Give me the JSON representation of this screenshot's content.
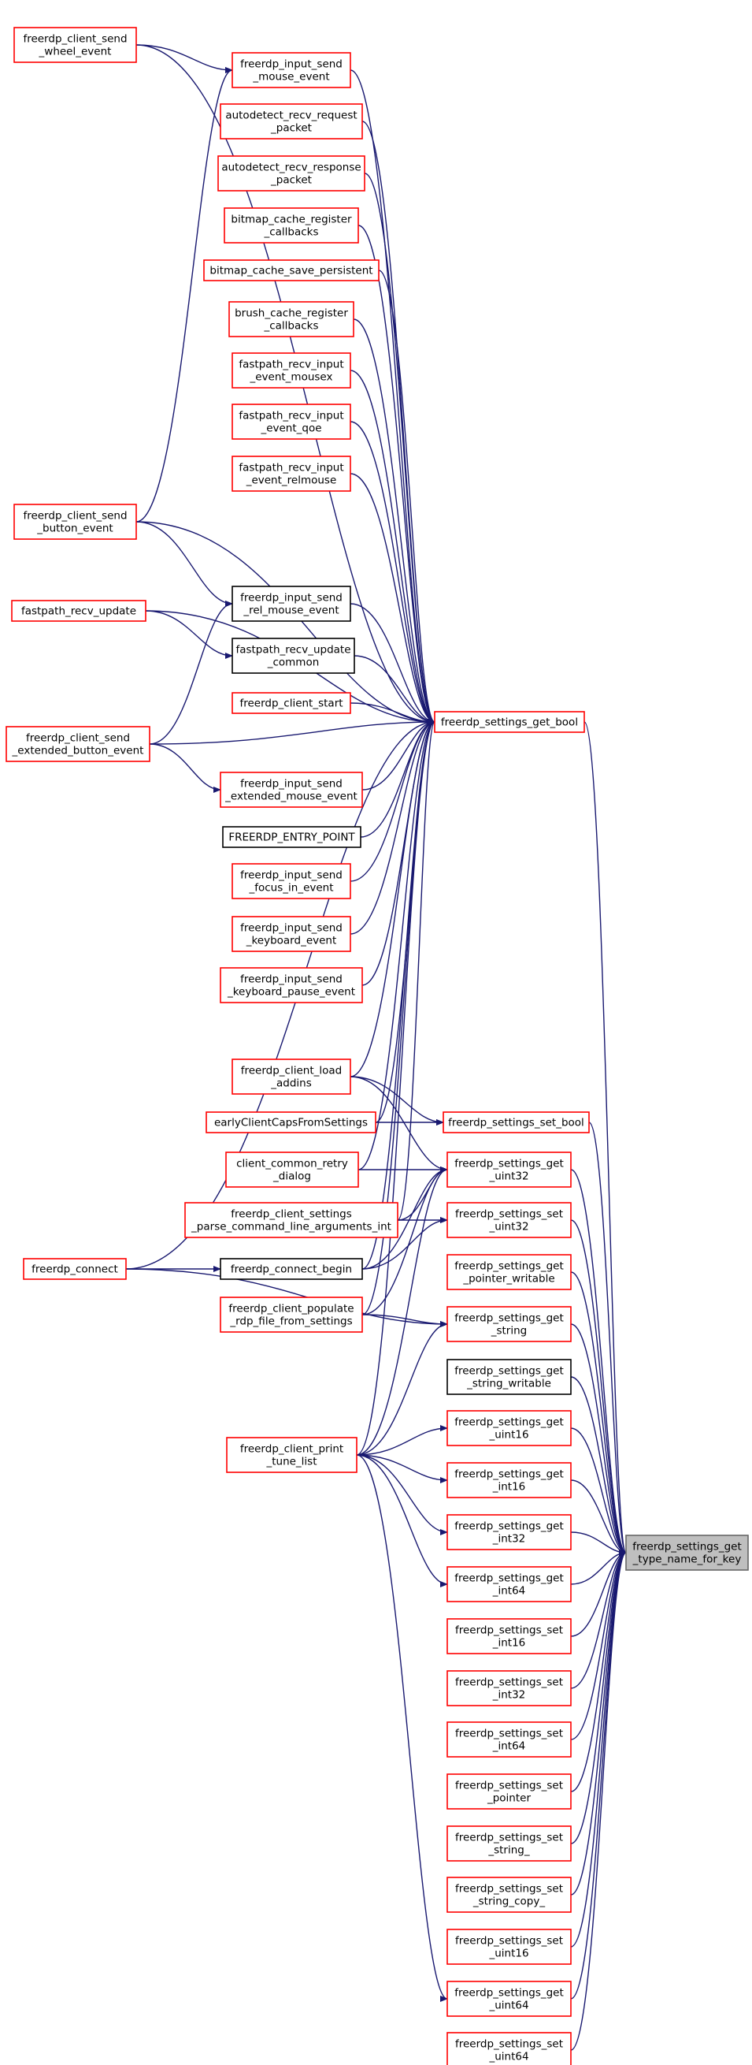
{
  "colors": {
    "edge": "#191970",
    "node_border_red": "#ff0000",
    "node_border_black": "#000000",
    "focus_fill": "#bfbfbf",
    "focus_border": "#666666",
    "background": "#ffffff"
  },
  "nodes": [
    {
      "id": "wheel",
      "lines": [
        "freerdp_client_send",
        "_wheel_event"
      ],
      "border": "red"
    },
    {
      "id": "mouse",
      "lines": [
        "freerdp_input_send",
        "_mouse_event"
      ],
      "border": "red"
    },
    {
      "id": "adreq",
      "lines": [
        "autodetect_recv_request",
        "_packet"
      ],
      "border": "red"
    },
    {
      "id": "adresp",
      "lines": [
        "autodetect_recv_response",
        "_packet"
      ],
      "border": "red"
    },
    {
      "id": "bmreg",
      "lines": [
        "bitmap_cache_register",
        "_callbacks"
      ],
      "border": "red"
    },
    {
      "id": "bmsave",
      "lines": [
        "bitmap_cache_save_persistent"
      ],
      "border": "red"
    },
    {
      "id": "brush",
      "lines": [
        "brush_cache_register",
        "_callbacks"
      ],
      "border": "red"
    },
    {
      "id": "fpmousex",
      "lines": [
        "fastpath_recv_input",
        "_event_mousex"
      ],
      "border": "red"
    },
    {
      "id": "fpqoe",
      "lines": [
        "fastpath_recv_input",
        "_event_qoe"
      ],
      "border": "red"
    },
    {
      "id": "fprel",
      "lines": [
        "fastpath_recv_input",
        "_event_relmouse"
      ],
      "border": "red"
    },
    {
      "id": "button",
      "lines": [
        "freerdp_client_send",
        "_button_event"
      ],
      "border": "red"
    },
    {
      "id": "relmouse",
      "lines": [
        "freerdp_input_send",
        "_rel_mouse_event"
      ],
      "border": "black"
    },
    {
      "id": "fpupd",
      "lines": [
        "fastpath_recv_update"
      ],
      "border": "red"
    },
    {
      "id": "fpupdc",
      "lines": [
        "fastpath_recv_update",
        "_common"
      ],
      "border": "black"
    },
    {
      "id": "start",
      "lines": [
        "freerdp_client_start"
      ],
      "border": "red"
    },
    {
      "id": "getbool",
      "lines": [
        "freerdp_settings_get_bool"
      ],
      "border": "red"
    },
    {
      "id": "extbtn",
      "lines": [
        "freerdp_client_send",
        "_extended_button_event"
      ],
      "border": "red"
    },
    {
      "id": "extmouse",
      "lines": [
        "freerdp_input_send",
        "_extended_mouse_event"
      ],
      "border": "red"
    },
    {
      "id": "entry",
      "lines": [
        "FREERDP_ENTRY_POINT"
      ],
      "border": "black"
    },
    {
      "id": "focus",
      "lines": [
        "freerdp_input_send",
        "_focus_in_event"
      ],
      "border": "red"
    },
    {
      "id": "keyboard",
      "lines": [
        "freerdp_input_send",
        "_keyboard_event"
      ],
      "border": "red"
    },
    {
      "id": "kbpause",
      "lines": [
        "freerdp_input_send",
        "_keyboard_pause_event"
      ],
      "border": "red"
    },
    {
      "id": "load",
      "lines": [
        "freerdp_client_load",
        "_addins"
      ],
      "border": "red"
    },
    {
      "id": "early",
      "lines": [
        "earlyClientCapsFromSettings"
      ],
      "border": "red"
    },
    {
      "id": "setbool",
      "lines": [
        "freerdp_settings_set_bool"
      ],
      "border": "red"
    },
    {
      "id": "retry",
      "lines": [
        "client_common_retry",
        "_dialog"
      ],
      "border": "red"
    },
    {
      "id": "getu32",
      "lines": [
        "freerdp_settings_get",
        "_uint32"
      ],
      "border": "red"
    },
    {
      "id": "parse",
      "lines": [
        "freerdp_client_settings",
        "_parse_command_line_arguments_int"
      ],
      "border": "red"
    },
    {
      "id": "setu32",
      "lines": [
        "freerdp_settings_set",
        "_uint32"
      ],
      "border": "red"
    },
    {
      "id": "connect",
      "lines": [
        "freerdp_connect"
      ],
      "border": "red"
    },
    {
      "id": "cbegin",
      "lines": [
        "freerdp_connect_begin"
      ],
      "border": "black"
    },
    {
      "id": "ptrw",
      "lines": [
        "freerdp_settings_get",
        "_pointer_writable"
      ],
      "border": "red"
    },
    {
      "id": "populate",
      "lines": [
        "freerdp_client_populate",
        "_rdp_file_from_settings"
      ],
      "border": "red"
    },
    {
      "id": "getstr",
      "lines": [
        "freerdp_settings_get",
        "_string"
      ],
      "border": "red"
    },
    {
      "id": "strw",
      "lines": [
        "freerdp_settings_get",
        "_string_writable"
      ],
      "border": "black"
    },
    {
      "id": "print",
      "lines": [
        "freerdp_client_print",
        "_tune_list"
      ],
      "border": "red"
    },
    {
      "id": "getu16",
      "lines": [
        "freerdp_settings_get",
        "_uint16"
      ],
      "border": "red"
    },
    {
      "id": "geti16",
      "lines": [
        "freerdp_settings_get",
        "_int16"
      ],
      "border": "red"
    },
    {
      "id": "geti32",
      "lines": [
        "freerdp_settings_get",
        "_int32"
      ],
      "border": "red"
    },
    {
      "id": "target",
      "lines": [
        "freerdp_settings_get",
        "_type_name_for_key"
      ],
      "border": "grey"
    },
    {
      "id": "geti64",
      "lines": [
        "freerdp_settings_get",
        "_int64"
      ],
      "border": "red"
    },
    {
      "id": "seti16",
      "lines": [
        "freerdp_settings_set",
        "_int16"
      ],
      "border": "red"
    },
    {
      "id": "seti32",
      "lines": [
        "freerdp_settings_set",
        "_int32"
      ],
      "border": "red"
    },
    {
      "id": "seti64",
      "lines": [
        "freerdp_settings_set",
        "_int64"
      ],
      "border": "red"
    },
    {
      "id": "setptr",
      "lines": [
        "freerdp_settings_set",
        "_pointer"
      ],
      "border": "red"
    },
    {
      "id": "setstr",
      "lines": [
        "freerdp_settings_set",
        "_string_"
      ],
      "border": "red"
    },
    {
      "id": "setstrc",
      "lines": [
        "freerdp_settings_set",
        "_string_copy_"
      ],
      "border": "red"
    },
    {
      "id": "setu16",
      "lines": [
        "freerdp_settings_set",
        "_uint16"
      ],
      "border": "red"
    },
    {
      "id": "getu64",
      "lines": [
        "freerdp_settings_get",
        "_uint64"
      ],
      "border": "red"
    },
    {
      "id": "setu64",
      "lines": [
        "freerdp_settings_set",
        "_uint64"
      ],
      "border": "red"
    }
  ],
  "edges": [
    [
      "getbool",
      "target"
    ],
    [
      "setbool",
      "target"
    ],
    [
      "getu32",
      "target"
    ],
    [
      "setu32",
      "target"
    ],
    [
      "ptrw",
      "target"
    ],
    [
      "getstr",
      "target"
    ],
    [
      "strw",
      "target"
    ],
    [
      "getu16",
      "target"
    ],
    [
      "geti16",
      "target"
    ],
    [
      "geti32",
      "target"
    ],
    [
      "geti64",
      "target"
    ],
    [
      "seti16",
      "target"
    ],
    [
      "seti32",
      "target"
    ],
    [
      "seti64",
      "target"
    ],
    [
      "setptr",
      "target"
    ],
    [
      "setstr",
      "target"
    ],
    [
      "setstrc",
      "target"
    ],
    [
      "setu16",
      "target"
    ],
    [
      "getu64",
      "target"
    ],
    [
      "setu64",
      "target"
    ],
    [
      "wheel",
      "getbool"
    ],
    [
      "mouse",
      "getbool"
    ],
    [
      "adreq",
      "getbool"
    ],
    [
      "adresp",
      "getbool"
    ],
    [
      "bmreg",
      "getbool"
    ],
    [
      "bmsave",
      "getbool"
    ],
    [
      "brush",
      "getbool"
    ],
    [
      "fpmousex",
      "getbool"
    ],
    [
      "fpqoe",
      "getbool"
    ],
    [
      "fprel",
      "getbool"
    ],
    [
      "button",
      "getbool"
    ],
    [
      "relmouse",
      "getbool"
    ],
    [
      "fpupd",
      "getbool"
    ],
    [
      "fpupdc",
      "getbool"
    ],
    [
      "start",
      "getbool"
    ],
    [
      "extbtn",
      "getbool"
    ],
    [
      "extmouse",
      "getbool"
    ],
    [
      "entry",
      "getbool"
    ],
    [
      "focus",
      "getbool"
    ],
    [
      "keyboard",
      "getbool"
    ],
    [
      "kbpause",
      "getbool"
    ],
    [
      "connect",
      "getbool"
    ],
    [
      "load",
      "getbool"
    ],
    [
      "early",
      "getbool"
    ],
    [
      "retry",
      "getbool"
    ],
    [
      "parse",
      "getbool"
    ],
    [
      "cbegin",
      "getbool"
    ],
    [
      "populate",
      "getbool"
    ],
    [
      "print",
      "getbool"
    ],
    [
      "wheel",
      "mouse"
    ],
    [
      "button",
      "mouse"
    ],
    [
      "button",
      "relmouse"
    ],
    [
      "fpupd",
      "fpupdc"
    ],
    [
      "extbtn",
      "relmouse"
    ],
    [
      "extbtn",
      "extmouse"
    ],
    [
      "load",
      "setbool"
    ],
    [
      "early",
      "setbool"
    ],
    [
      "load",
      "getu32"
    ],
    [
      "retry",
      "getu32"
    ],
    [
      "parse",
      "getu32"
    ],
    [
      "cbegin",
      "getu32"
    ],
    [
      "populate",
      "getu32"
    ],
    [
      "print",
      "getu32"
    ],
    [
      "parse",
      "setu32"
    ],
    [
      "cbegin",
      "setu32"
    ],
    [
      "connect",
      "cbegin"
    ],
    [
      "connect",
      "getstr"
    ],
    [
      "populate",
      "getstr"
    ],
    [
      "print",
      "getstr"
    ],
    [
      "print",
      "getu16"
    ],
    [
      "print",
      "geti16"
    ],
    [
      "print",
      "geti32"
    ],
    [
      "print",
      "geti64"
    ],
    [
      "print",
      "getu64"
    ]
  ]
}
